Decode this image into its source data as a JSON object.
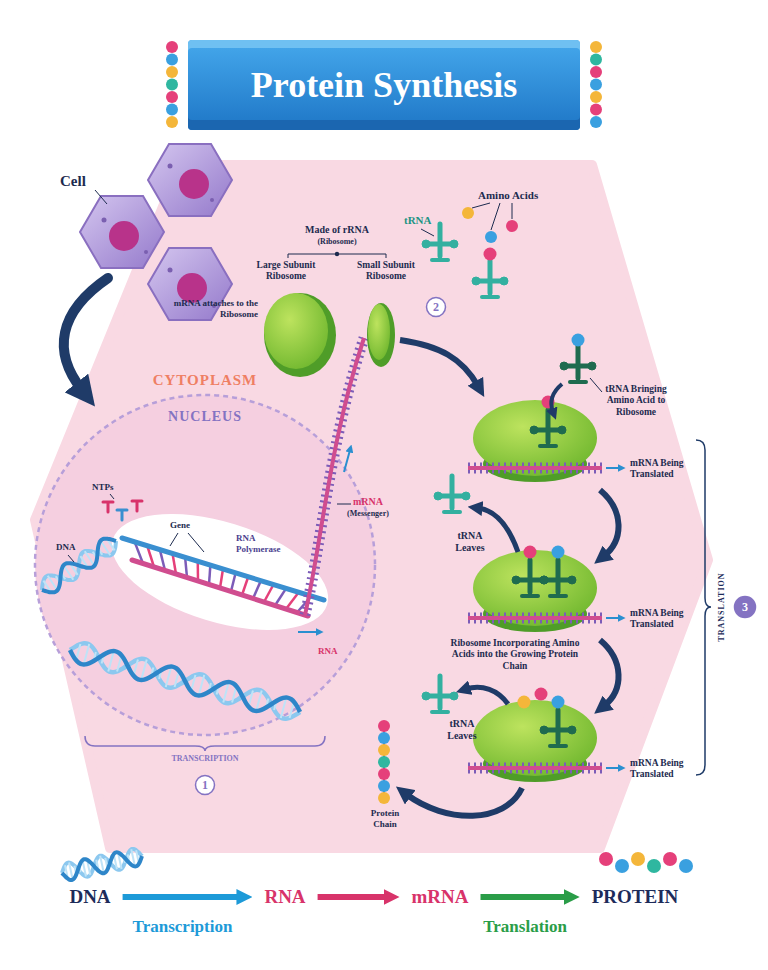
{
  "diagram": {
    "title": "Protein Synthesis",
    "nodes": [
      {
        "text": [
          "CYTOPLASM"
        ]
      },
      {
        "text": [
          "NUCLEUS"
        ],
        "in": 0
      },
      {
        "text": [
          "1"
        ],
        "in": 0
      },
      {
        "text": [
          "2"
        ],
        "in": 0
      },
      {
        "text": [
          "3"
        ]
      },
      {
        "text": [
          "DNA"
        ]
      },
      {
        "text": [
          "RNA"
        ]
      },
      {
        "text": [
          "mRNA"
        ]
      },
      {
        "text": [
          "PROTEIN"
        ]
      }
    ],
    "edges": [
      {
        "from": 5,
        "to": 6,
        "arrow": "to",
        "label": "Transcription"
      },
      {
        "from": 6,
        "to": 7,
        "arrow": "to"
      },
      {
        "from": 7,
        "to": 8,
        "arrow": "to",
        "label": "Translation"
      }
    ],
    "labels": [
      "Cell",
      "Amino Acids",
      "tRNA",
      "Made of rRNA",
      "(Ribosome)",
      "Large Subunit Ribosome",
      "Small Subunit Ribosome",
      "mRNA attaches to the Ribosome",
      "tRNA Bringing Amino Acid to Ribosome",
      "mRNA Being Translated",
      "mRNA",
      "(Messenger)",
      "NTPs",
      "Gene",
      "RNA Polymerase",
      "DNA",
      "tRNA Leaves",
      "mRNA Being Translated",
      "Ribosome Incorporating Amino Acids into the Growing Protein Chain",
      "RNA",
      "tRNA Leaves",
      "mRNA Being Translated",
      "TRANSLATION",
      "TRANSCRIPTION",
      "Protein Chain"
    ]
  }
}
